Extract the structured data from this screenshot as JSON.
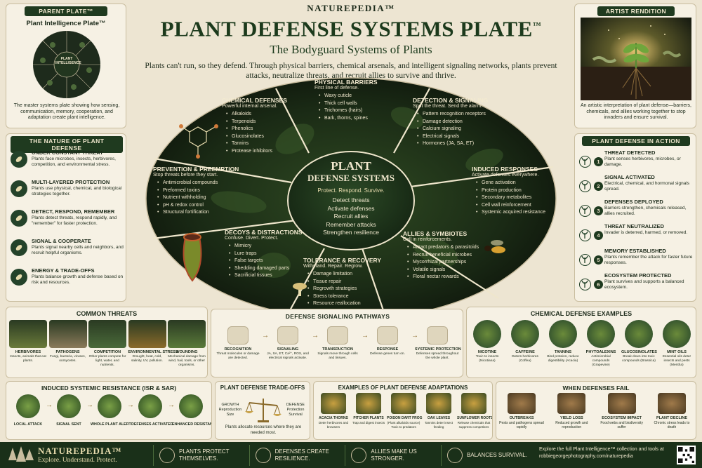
{
  "brand": "NATUREPEDIA™",
  "title": "PLANT DEFENSE SYSTEMS PLATE",
  "title_tm": "™",
  "subtitle": "The Bodyguard Systems of Plants",
  "intro": "Plants can't run, so they defend. Through physical barriers, chemical arsenals, and intelligent signaling networks, plants prevent attacks, neutralize threats, and recruit allies to survive and thrive.",
  "parent": {
    "header": "PARENT PLATE™",
    "title": "Plant Intelligence Plate™",
    "center": "PLANT INTELLIGENCE",
    "desc": "The master systems plate showing how sensing, communication, memory, cooperation, and adaptation create plant intelligence."
  },
  "artist": {
    "header": "ARTIST RENDITION",
    "desc": "An artistic interpretation of plant defense—barriers, chemicals, and allies working together to stop invaders and ensure survival."
  },
  "nature": {
    "header": "THE NATURE OF PLANT DEFENSE",
    "items": [
      {
        "title": "UNDER CONSTANT THREAT",
        "text": "Plants face microbes, insects, herbivores, competition, and environmental stress.",
        "icon": "leaf-icon"
      },
      {
        "title": "MULTI-LAYERED PROTECTION",
        "text": "Plants use physical, chemical, and biological strategies together.",
        "icon": "layers-icon"
      },
      {
        "title": "DETECT, RESPOND, REMEMBER",
        "text": "Plants detect threats, respond rapidly, and \"remember\" for faster protection.",
        "icon": "brain-icon"
      },
      {
        "title": "SIGNAL & COOPERATE",
        "text": "Plants signal nearby cells and neighbors, and recruit helpful organisms.",
        "icon": "signal-icon"
      },
      {
        "title": "ENERGY & TRADE-OFFS",
        "text": "Plants balance growth and defense based on risk and resources.",
        "icon": "scale-icon"
      }
    ]
  },
  "center": {
    "title1": "PLANT",
    "title2": "DEFENSE SYSTEMS",
    "tagline": "Protect. Respond. Survive.",
    "items": [
      "Detect threats",
      "Activate defenses",
      "Recruit allies",
      "Remember attacks",
      "Strengthen resilience"
    ]
  },
  "segments": {
    "physical": {
      "title": "PHYSICAL BARRIERS",
      "sub": "First line of defense.",
      "items": [
        "Waxy cuticle",
        "Thick cell walls",
        "Trichomes (hairs)",
        "Bark, thorns, spines"
      ]
    },
    "detection": {
      "title": "DETECTION & SIGNALING",
      "sub": "Spot the threat. Send the alarm.",
      "items": [
        "Pattern recognition receptors",
        "Damage detection",
        "Calcium signaling",
        "Electrical signals",
        "Hormones (JA, SA, ET)"
      ]
    },
    "induced": {
      "title": "INDUCED RESPONSES",
      "sub": "Activate defenses everywhere.",
      "items": [
        "Gene activation",
        "Protein production",
        "Secondary metabolites",
        "Cell wall reinforcement",
        "Systemic acquired resistance"
      ]
    },
    "allies": {
      "title": "ALLIES & SYMBIOTES",
      "sub": "Call in reinforcements.",
      "items": [
        "Attract predators & parasitoids",
        "Recruit beneficial microbes",
        "Mycorrhizal partnerships",
        "Volatile signals",
        "Floral nectar rewards"
      ]
    },
    "tolerance": {
      "title": "TOLERANCE & RECOVERY",
      "sub": "Withstand. Repair. Regrow.",
      "items": [
        "Damage limitation",
        "Tissue repair",
        "Regrowth strategies",
        "Stress tolerance",
        "Resource reallocation"
      ]
    },
    "decoys": {
      "title": "DECOYS & DISTRACTIONS",
      "sub": "Confuse. Divert. Protect.",
      "items": [
        "Mimicry",
        "Lure traps",
        "False targets",
        "Shedding damaged parts",
        "Sacrificial tissues"
      ]
    },
    "prevention": {
      "title": "PREVENTION & PREEMPTION",
      "sub": "Stop threats before they start.",
      "items": [
        "Antimicrobial compounds",
        "Preformed toxins",
        "Nutrient withholding",
        "pH & redox control",
        "Structural fortification"
      ]
    },
    "chemical": {
      "title": "CHEMICAL DEFENSES",
      "sub": "Powerful internal arsenal.",
      "items": [
        "Alkaloids",
        "Terpenoids",
        "Phenolics",
        "Glucosinolates",
        "Tannins",
        "Protease inhibitors"
      ]
    }
  },
  "action": {
    "header": "PLANT DEFENSE IN ACTION",
    "steps": [
      {
        "n": "1",
        "title": "THREAT DETECTED",
        "text": "Plant senses herbivores, microbes, or damage."
      },
      {
        "n": "2",
        "title": "SIGNAL ACTIVATED",
        "text": "Electrical, chemical, and hormonal signals spread."
      },
      {
        "n": "3",
        "title": "DEFENSES DEPLOYED",
        "text": "Barriers strengthen, chemicals released, allies recruited."
      },
      {
        "n": "4",
        "title": "THREAT NEUTRALIZED",
        "text": "Invader is deterred, harmed, or removed."
      },
      {
        "n": "5",
        "title": "MEMORY ESTABLISHED",
        "text": "Plants remember the attack for faster future responses."
      },
      {
        "n": "6",
        "title": "ECOSYSTEM PROTECTED",
        "text": "Plant survives and supports a balanced ecosystem."
      }
    ]
  },
  "threats": {
    "header": "COMMON THREATS",
    "items": [
      {
        "title": "HERBIVORES",
        "text": "Insects, animals that eat plants."
      },
      {
        "title": "PATHOGENS",
        "text": "Fungi, bacteria, viruses, oomycetes."
      },
      {
        "title": "COMPETITION",
        "text": "Other plants compete for light, water, and nutrients."
      },
      {
        "title": "ENVIRONMENTAL STRESS",
        "text": "Drought, heat, cold, salinity, UV, pollution."
      },
      {
        "title": "WOUNDING",
        "text": "Mechanical damage from wind, hail, tools, or other organisms."
      }
    ]
  },
  "pathways": {
    "header": "DEFENSE SIGNALING PATHWAYS",
    "items": [
      {
        "title": "RECOGNITION",
        "text": "Threat molecules or damage are detected."
      },
      {
        "title": "SIGNALING",
        "text": "JA, SA, ET, Ca²⁺, ROS, and electrical signals activate."
      },
      {
        "title": "TRANSDUCTION",
        "text": "Signals move through cells and tissues."
      },
      {
        "title": "RESPONSE",
        "text": "Defense genes turn on."
      },
      {
        "title": "SYSTEMIC PROTECTION",
        "text": "Defenses spread throughout the whole plant."
      }
    ]
  },
  "chemex": {
    "header": "CHEMICAL DEFENSE EXAMPLES",
    "items": [
      {
        "title": "NICOTINE",
        "text": "Toxic to insects (Nicotiana)"
      },
      {
        "title": "CAFFEINE",
        "text": "Deters herbivores (Coffea)"
      },
      {
        "title": "TANNINS",
        "text": "Bind proteins, reduce digestibility (Acacia)"
      },
      {
        "title": "PHYTOALEXINS",
        "text": "Antimicrobial compounds (Grapevine)"
      },
      {
        "title": "GLUCOSINOLATES",
        "text": "Break down into toxic compounds (Brassica)"
      },
      {
        "title": "MINT OILS",
        "text": "Essential oils deter insects and pests (Mentha)"
      }
    ]
  },
  "isr": {
    "header": "INDUCED SYSTEMIC RESISTANCE (ISR & SAR)",
    "items": [
      "LOCAL ATTACK",
      "SIGNAL SENT",
      "WHOLE PLANT ALERT",
      "DEFENSES ACTIVATED",
      "ENHANCED RESISTANCE"
    ]
  },
  "tradeoffs": {
    "header": "PLANT DEFENSE TRADE-OFFS",
    "left": "GROWTH Reproduction Size",
    "right": "DEFENSE Protection Survival",
    "text": "Plants allocate resources where they are needed most."
  },
  "adaptations": {
    "header": "EXAMPLES OF PLANT DEFENSE ADAPTATIONS",
    "items": [
      {
        "title": "ACACIA THORNS",
        "text": "Deter herbivores and browsers"
      },
      {
        "title": "PITCHER PLANTS",
        "text": "Trap and digest insects"
      },
      {
        "title": "POISON DART FROG",
        "text": "(Plant alkaloids source) Toxic to predators"
      },
      {
        "title": "OAK LEAVES",
        "text": "Tannins deter insect feeding"
      },
      {
        "title": "SUNFLOWER ROOTS",
        "text": "Release chemicals that suppress competitors"
      }
    ]
  },
  "fail": {
    "header": "WHEN DEFENSES FAIL",
    "items": [
      {
        "title": "OUTBREAKS",
        "text": "Pests and pathogens spread rapidly"
      },
      {
        "title": "YIELD LOSS",
        "text": "Reduced growth and reproduction"
      },
      {
        "title": "ECOSYSTEM IMPACT",
        "text": "Food webs and biodiversity suffer"
      },
      {
        "title": "PLANT DECLINE",
        "text": "Chronic stress leads to death"
      }
    ]
  },
  "footer": {
    "brand": "NATUREPEDIA™",
    "tagline": "Explore. Understand. Protect.",
    "mottos": [
      "PLANTS PROTECT THEMSELVES.",
      "DEFENSES CREATE RESILIENCE.",
      "ALLIES MAKE US STRONGER.",
      "BALANCES SURVIVAL."
    ],
    "explore": "Explore the full Plant Intelligence™ collection and tools at robbiegeorgephotography.com/naturepedia"
  },
  "colors": {
    "dark_green": "#1f3a1f",
    "parchment": "#f6f1e4",
    "gold": "#e8dcae"
  }
}
